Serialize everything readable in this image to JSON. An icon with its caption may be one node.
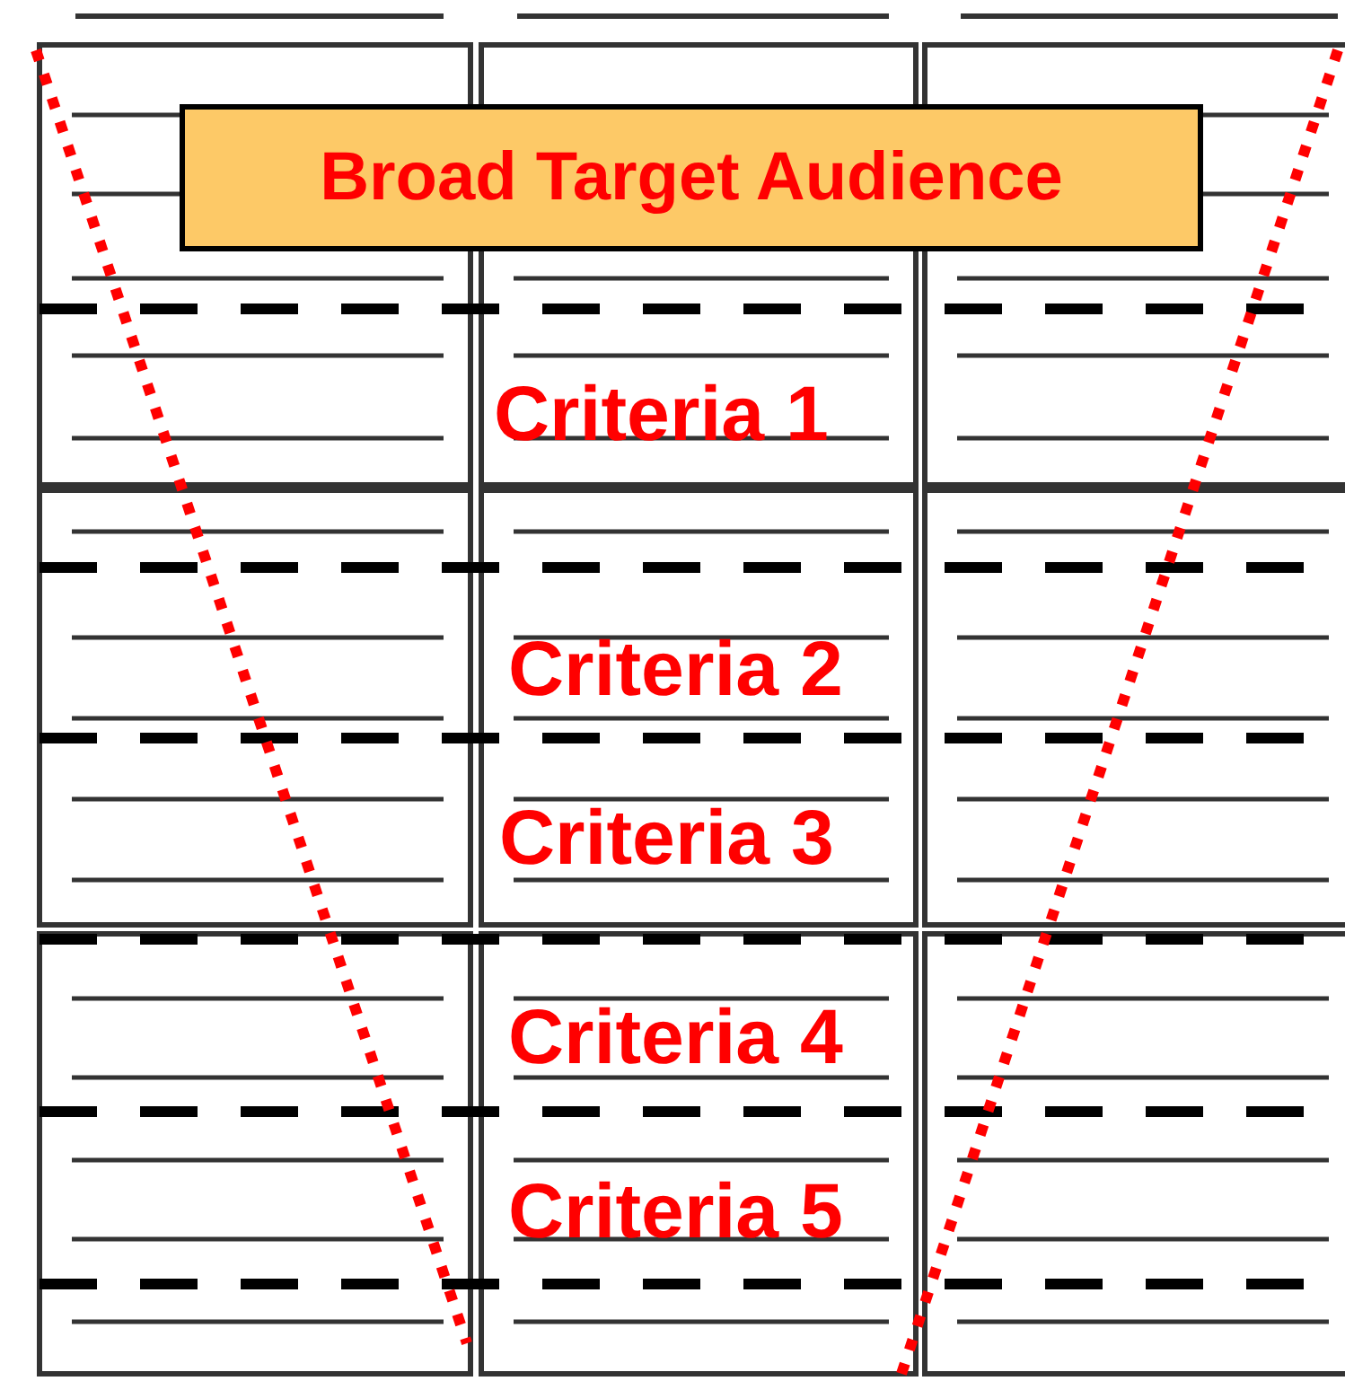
{
  "diagram": {
    "nodes": [
      {
        "text": [
          "Broad Target Audience"
        ]
      }
    ],
    "edges": [],
    "labels": [
      "Criteria 1",
      "Criteria 2",
      "Criteria 3",
      "Criteria 4",
      "Criteria 5"
    ]
  }
}
